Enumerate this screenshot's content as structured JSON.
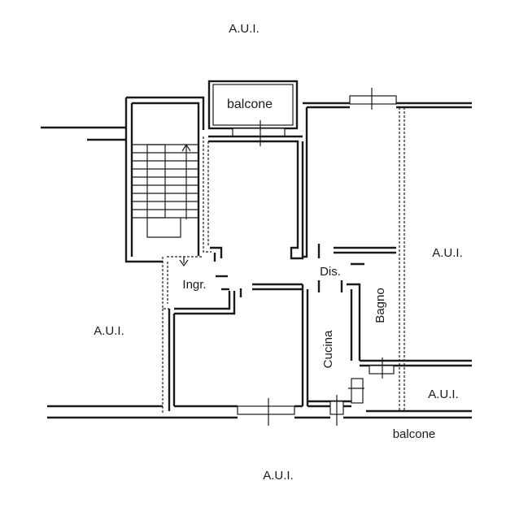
{
  "labels": {
    "aui": "A.U.I.",
    "balcone": "balcone",
    "ingresso": "Ingr.",
    "disimpegno": "Dis.",
    "cucina": "Cucina",
    "bagno": "Bagno"
  },
  "colors": {
    "line": "#1a1a1a",
    "background": "#ffffff"
  }
}
